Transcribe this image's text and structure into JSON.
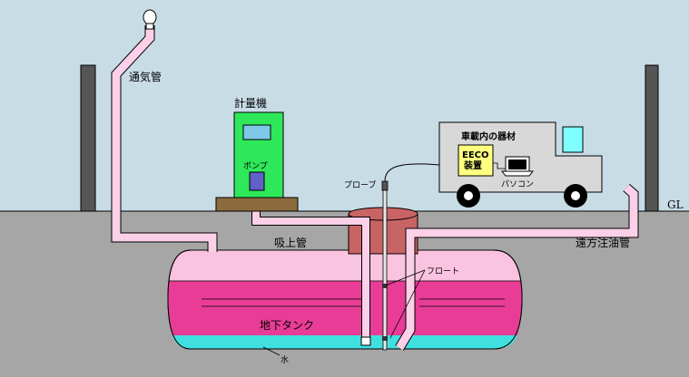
{
  "labels": {
    "vent_pipe": "通気管",
    "meter": "計量機",
    "pump": "ポンプ",
    "truck_equipment": "車載内の器材",
    "eeco_line1": "EECO",
    "eeco_line2": "装置",
    "pc": "パソコン",
    "probe": "プローブ",
    "ground_level": "GL",
    "suction_pipe": "吸上管",
    "remote_fill_pipe": "遠方注油管",
    "float": "フロート",
    "underground_tank": "地下タンク",
    "water": "水"
  },
  "colors": {
    "sky": "#c8dce6",
    "ground": "#a6a6a6",
    "tank_fuel": "#e83c96",
    "tank_vapor": "#fac3df",
    "water": "#40e0e0",
    "pipe": "#fcd0e8",
    "meter_body": "#2ee85a",
    "truck_body": "#d8d8d8",
    "eeco_box": "#ffff80",
    "manhole": "#c86464"
  },
  "icons": [
    "vent-cap-icon",
    "laptop-icon",
    "truck-wheel-icon"
  ]
}
